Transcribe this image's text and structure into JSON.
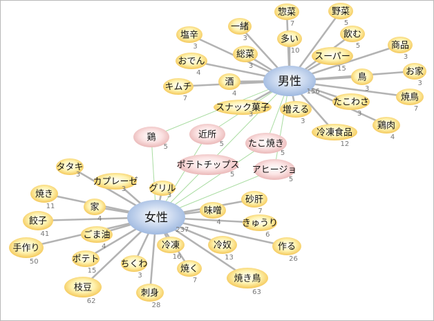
{
  "colors": {
    "word_fill": "#fff3b0",
    "word_rim": "#f4c85a",
    "hub_fill": "#c9d8ef",
    "hub_rim": "#9fb9e0",
    "shared_fill": "#fbe2e2",
    "shared_rim": "#eab8b8",
    "edge": "#b3b3b3",
    "shared_edge": "#a8dca0"
  },
  "hubs": [
    {
      "id": "male",
      "label": "男性",
      "count": "156"
    },
    {
      "id": "female",
      "label": "女性",
      "count": "237"
    }
  ],
  "nodes": [
    {
      "id": "souzai",
      "label": "惣菜",
      "count": "7",
      "hub": "male"
    },
    {
      "id": "yasai",
      "label": "野菜",
      "count": "5",
      "hub": "male"
    },
    {
      "id": "isshotsu",
      "label": "一緒",
      "count": "3",
      "hub": "male"
    },
    {
      "id": "shiokara",
      "label": "塩辛",
      "count": "3",
      "hub": "male"
    },
    {
      "id": "ooi",
      "label": "多い",
      "count": "10",
      "hub": "male"
    },
    {
      "id": "nomu",
      "label": "飲む",
      "count": "5",
      "hub": "male"
    },
    {
      "id": "shohin",
      "label": "商品",
      "count": "3",
      "hub": "male"
    },
    {
      "id": "oden",
      "label": "おでん",
      "count": "4",
      "hub": "male"
    },
    {
      "id": "sozai2",
      "label": "総菜",
      "count": "3",
      "hub": "male"
    },
    {
      "id": "super",
      "label": "スーパー",
      "count": "15",
      "hub": "male"
    },
    {
      "id": "ouchi",
      "label": "お家",
      "count": "3",
      "hub": "male"
    },
    {
      "id": "tori",
      "label": "鳥",
      "count": "3",
      "hub": "male"
    },
    {
      "id": "kimchi",
      "label": "キムチ",
      "count": "7",
      "hub": "male"
    },
    {
      "id": "sake",
      "label": "酒",
      "count": "4",
      "hub": "male"
    },
    {
      "id": "yakitori_m",
      "label": "焼鳥",
      "count": "7",
      "hub": "male"
    },
    {
      "id": "takowasa",
      "label": "たこわさ",
      "count": "3",
      "hub": "male"
    },
    {
      "id": "snack",
      "label": "スナック菓子",
      "count": "3",
      "hub": "male"
    },
    {
      "id": "fueru",
      "label": "増える",
      "count": "3",
      "hub": "male"
    },
    {
      "id": "toriniku",
      "label": "鶏肉",
      "count": "4",
      "hub": "male"
    },
    {
      "id": "reitou",
      "label": "冷凍食品",
      "count": "12",
      "hub": "male"
    },
    {
      "id": "tataki",
      "label": "タタキ",
      "count": "3",
      "hub": "female"
    },
    {
      "id": "caprese",
      "label": "カプレーゼ",
      "count": "3",
      "hub": "female"
    },
    {
      "id": "yaki",
      "label": "焼き",
      "count": "11",
      "hub": "female"
    },
    {
      "id": "ie",
      "label": "家",
      "count": "4",
      "hub": "female"
    },
    {
      "id": "gyoza",
      "label": "餃子",
      "count": "41",
      "hub": "female"
    },
    {
      "id": "gomaabura",
      "label": "ごま油",
      "count": "4",
      "hub": "female"
    },
    {
      "id": "tezukuri",
      "label": "手作り",
      "count": "50",
      "hub": "female"
    },
    {
      "id": "potato",
      "label": "ポテト",
      "count": "15",
      "hub": "female"
    },
    {
      "id": "chikuwa",
      "label": "ちくわ",
      "count": "3",
      "hub": "female"
    },
    {
      "id": "edamame",
      "label": "枝豆",
      "count": "62",
      "hub": "female"
    },
    {
      "id": "sashimi",
      "label": "刺身",
      "count": "28",
      "hub": "female"
    },
    {
      "id": "reitou2",
      "label": "冷凍",
      "count": "16",
      "hub": "female"
    },
    {
      "id": "yaku",
      "label": "焼く",
      "count": "7",
      "hub": "female"
    },
    {
      "id": "miso",
      "label": "味噌",
      "count": "4",
      "hub": "female"
    },
    {
      "id": "sunagimo",
      "label": "砂肝",
      "count": "7",
      "hub": "female"
    },
    {
      "id": "kyuri",
      "label": "きゅうり",
      "count": "6",
      "hub": "female"
    },
    {
      "id": "hiyayakko",
      "label": "冷奴",
      "count": "13",
      "hub": "female"
    },
    {
      "id": "tsukuru",
      "label": "作る",
      "count": "26",
      "hub": "female"
    },
    {
      "id": "yakitori_f",
      "label": "焼き鳥",
      "count": "63",
      "hub": "female"
    },
    {
      "id": "grill",
      "label": "グリル",
      "count": "3",
      "hub": "female"
    }
  ],
  "shared": [
    {
      "id": "niwatori",
      "label": "鶏",
      "count": "5"
    },
    {
      "id": "kinjo",
      "label": "近所",
      "count": "5"
    },
    {
      "id": "takoyaki",
      "label": "たこ焼き",
      "count": "5"
    },
    {
      "id": "chips",
      "label": "ポテトチップス",
      "count": "5"
    },
    {
      "id": "ajillo",
      "label": "アヒージョ",
      "count": "5"
    }
  ]
}
